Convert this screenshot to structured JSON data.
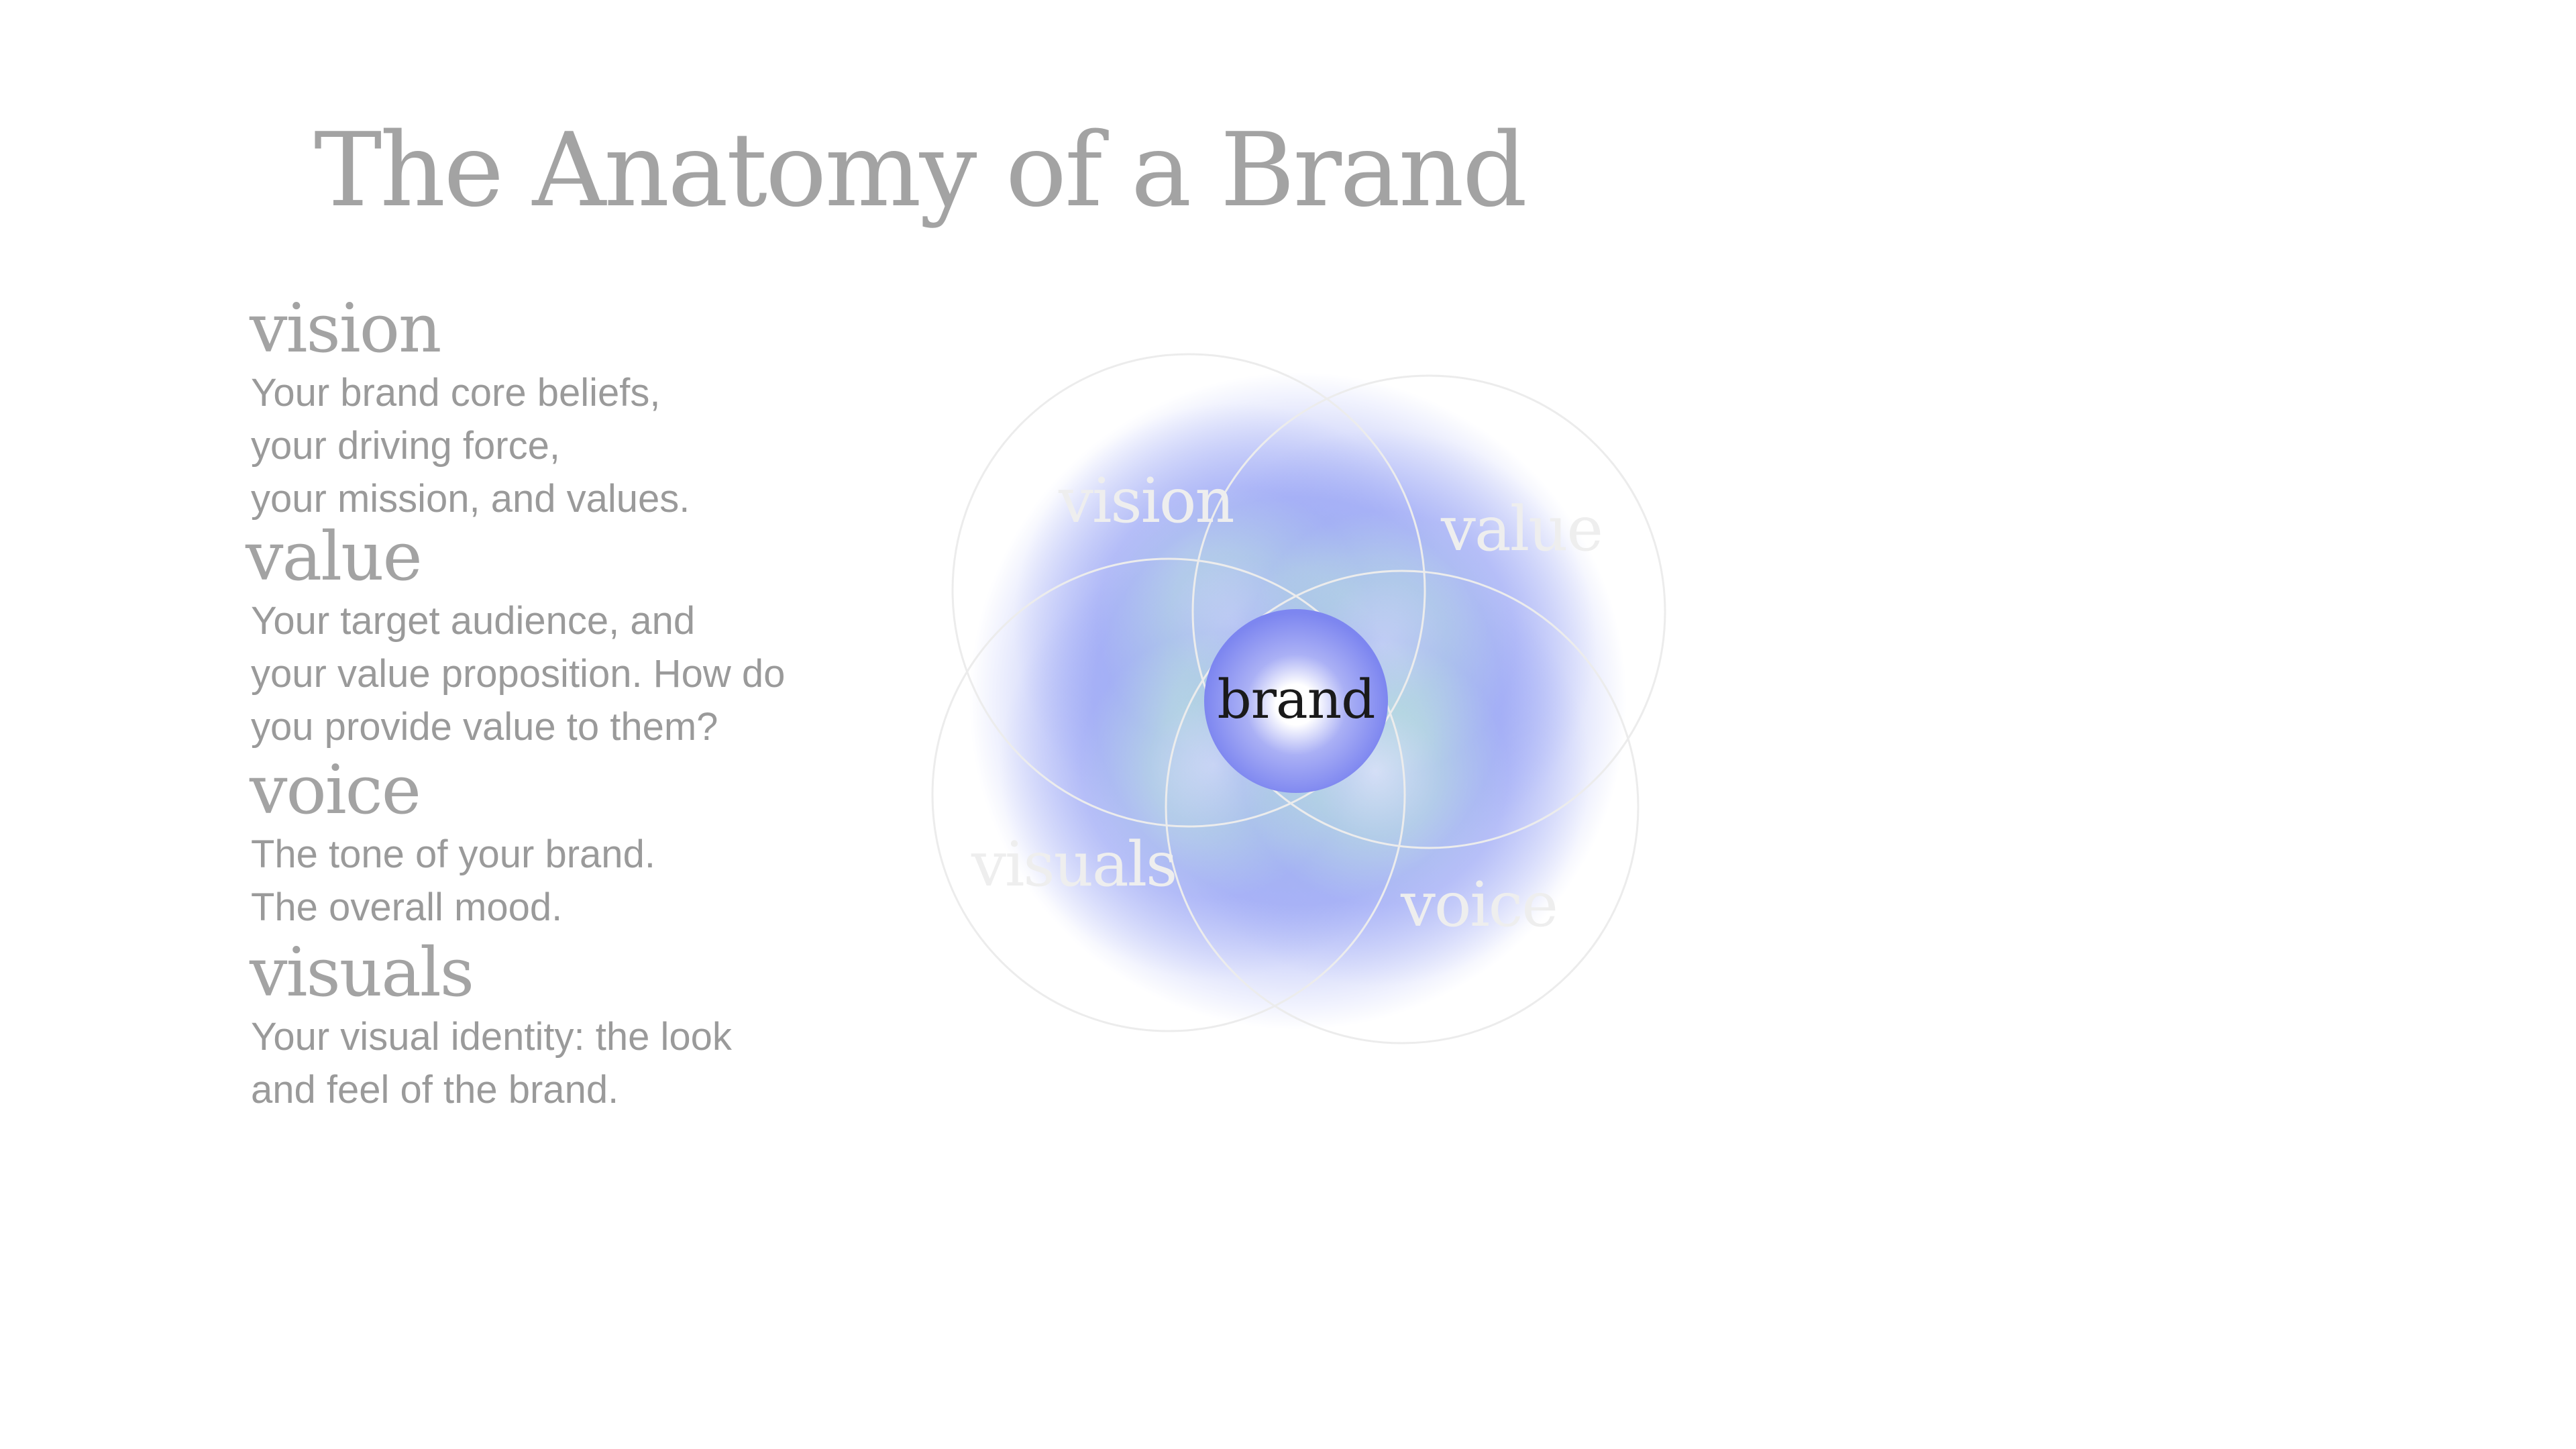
{
  "title": "The Anatomy of a Brand",
  "sections": [
    {
      "heading": "vision",
      "lines": [
        "Your brand core beliefs,",
        "your driving force,",
        "your mission, and values."
      ]
    },
    {
      "heading": "value",
      "lines": [
        "Your target audience, and",
        "your value proposition. How do",
        "you provide value to them?"
      ]
    },
    {
      "heading": "voice",
      "lines": [
        "The tone of your brand.",
        "The overall mood."
      ]
    },
    {
      "heading": "visuals",
      "lines": [
        "Your visual identity: the look",
        "and feel of the brand."
      ]
    }
  ],
  "diagram": {
    "center_label": "brand",
    "ring_labels": {
      "vision": "vision",
      "value": "value",
      "visuals": "visuals",
      "voice": "voice"
    },
    "colors": {
      "glow": "#9aa6f5",
      "glow_inner": "#b7dcdf",
      "core": "#7d86f0",
      "core_center": "#ffffff",
      "ring_stroke": "#ececec",
      "ring_text": "#eeeeee",
      "text_gray": "#a3a3a3"
    }
  }
}
